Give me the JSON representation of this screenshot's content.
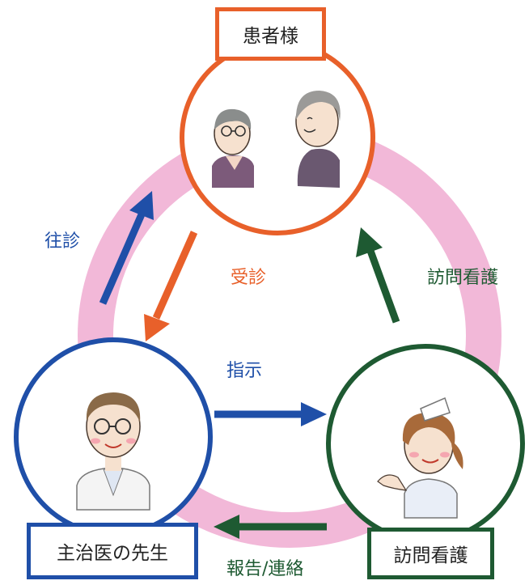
{
  "nodes": {
    "patient": {
      "label": "患者様",
      "color": "#e8602a"
    },
    "doctor": {
      "label": "主治医の先生",
      "color": "#1f4fa8"
    },
    "nurse": {
      "label": "訪問看護",
      "color": "#1e5a32"
    }
  },
  "edges": {
    "house_call": {
      "label": "往診",
      "color": "#1f4fa8"
    },
    "consultation": {
      "label": "受診",
      "color": "#e8602a"
    },
    "nursing_visit": {
      "label": "訪問看護",
      "color": "#1e5a32"
    },
    "instruction": {
      "label": "指示",
      "color": "#1f4fa8"
    },
    "report": {
      "label": "報告/連絡",
      "color": "#1e5a32"
    }
  },
  "ring_color": "#f2b8d8"
}
